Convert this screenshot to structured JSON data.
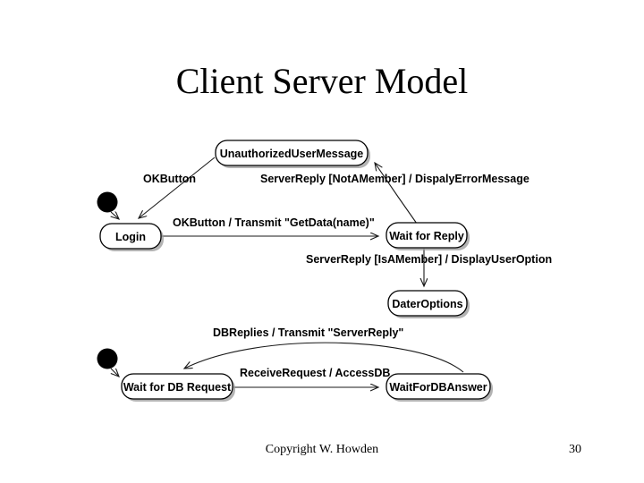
{
  "slide": {
    "title": "Client Server Model",
    "footer": {
      "copyright": "Copyright W. Howden",
      "page_number": "30"
    }
  },
  "diagram": {
    "type": "state-machine",
    "colors": {
      "background": "#ffffff",
      "stroke": "#000000",
      "text": "#000000",
      "shadow": "#9a9a9a"
    },
    "machines": [
      {
        "name": "client-state-machine",
        "initial_state_marker": "filled-circle",
        "states": [
          {
            "id": "login",
            "label": "Login"
          },
          {
            "id": "unauthorized",
            "label": "UnauthorizedUserMessage"
          },
          {
            "id": "wait-for-reply",
            "label": "Wait for Reply"
          },
          {
            "id": "dater-options",
            "label": "DaterOptions"
          }
        ],
        "transitions": [
          {
            "id": "t-init-login",
            "from": "initial",
            "to": "login",
            "label": ""
          },
          {
            "id": "t-unauth-login",
            "from": "unauthorized",
            "to": "login",
            "label": "OKButton"
          },
          {
            "id": "t-login-wait",
            "from": "login",
            "to": "wait-for-reply",
            "label": "OKButton / Transmit \"GetData(name)\""
          },
          {
            "id": "t-wait-unauth",
            "from": "wait-for-reply",
            "to": "unauthorized",
            "label": "ServerReply [NotAMember] / DispalyErrorMessage"
          },
          {
            "id": "t-wait-dater",
            "from": "wait-for-reply",
            "to": "dater-options",
            "label": "ServerReply [IsAMember] / DisplayUserOption"
          }
        ]
      },
      {
        "name": "server-state-machine",
        "initial_state_marker": "filled-circle",
        "states": [
          {
            "id": "wait-db-request",
            "label": "Wait for DB Request"
          },
          {
            "id": "wait-db-answer",
            "label": "WaitForDBAnswer"
          }
        ],
        "transitions": [
          {
            "id": "t-init-dbreq",
            "from": "initial",
            "to": "wait-db-request",
            "label": ""
          },
          {
            "id": "t-dbreq-dbans",
            "from": "wait-db-request",
            "to": "wait-db-answer",
            "label": "ReceiveRequest / AccessDB"
          },
          {
            "id": "t-dbans-dbreq",
            "from": "wait-db-answer",
            "to": "wait-db-request",
            "label": "DBReplies / Transmit \"ServerReply\""
          }
        ]
      }
    ]
  }
}
